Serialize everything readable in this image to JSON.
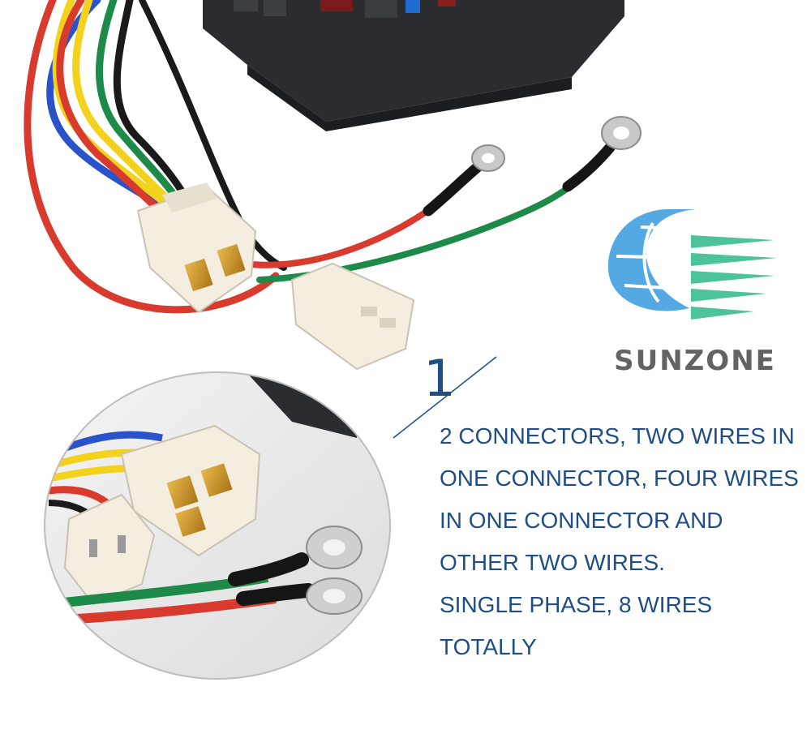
{
  "brand": {
    "name": "SUNZONE",
    "logo_colors": {
      "globe": "#55a9e3",
      "rays": "#4cc39a"
    }
  },
  "callout": {
    "number": "1",
    "accent_color": "#1f4e86",
    "lines": [
      "2 CONNECTORS, TWO WIRES IN",
      "ONE CONNECTOR, FOUR WIRES",
      "IN ONE CONNECTOR AND",
      "OTHER TWO WIRES.",
      "SINGLE PHASE, 8 WIRES",
      "TOTALLY"
    ]
  },
  "wire_colors": {
    "red": "#d93a2e",
    "green": "#1e8a4a",
    "yellow": "#f2d21c",
    "blue": "#2a52c9",
    "black": "#1a1a1a"
  }
}
